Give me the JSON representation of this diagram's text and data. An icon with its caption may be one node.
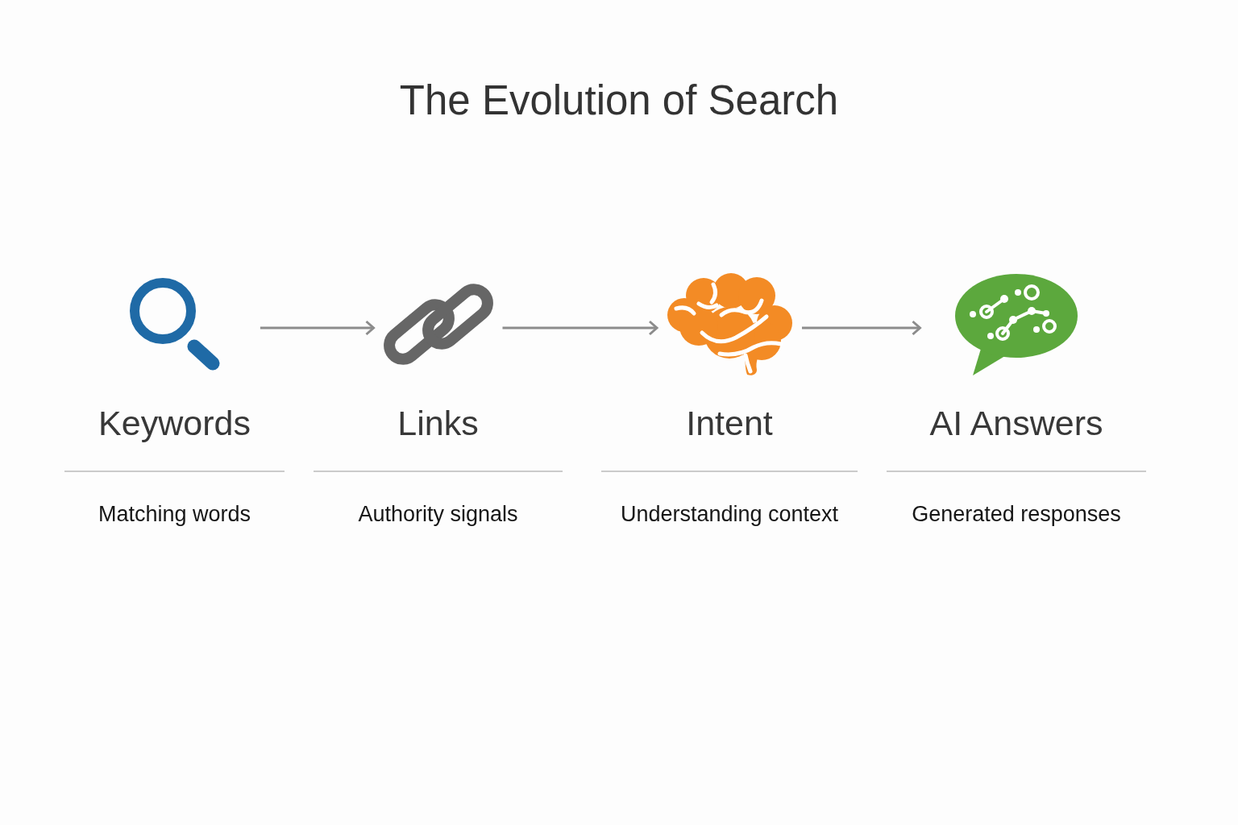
{
  "diagram": {
    "title": "The Evolution of Search",
    "nodes": [
      {
        "text": [
          "Keywords"
        ]
      },
      {
        "text": [
          "Links"
        ]
      },
      {
        "text": [
          "Intent"
        ]
      },
      {
        "text": [
          "AI Answers"
        ]
      }
    ],
    "edges": [
      {
        "from": 0,
        "to": 1,
        "arrow": "to"
      },
      {
        "from": 1,
        "to": 2,
        "arrow": "to"
      },
      {
        "from": 2,
        "to": 3,
        "arrow": "to"
      }
    ],
    "labels": [
      "Matching words",
      "Authority signals",
      "Understanding context",
      "Generated responses"
    ]
  }
}
